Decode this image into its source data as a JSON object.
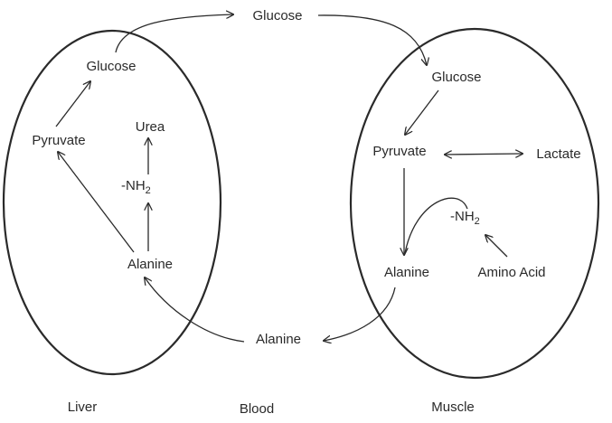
{
  "regions": {
    "liver": "Liver",
    "blood": "Blood",
    "muscle": "Muscle"
  },
  "liver": {
    "glucose": "Glucose",
    "pyruvate": "Pyruvate",
    "urea": "Urea",
    "nh2": "-NH",
    "nh2_sub": "2",
    "alanine": "Alanine"
  },
  "blood": {
    "glucose": "Glucose",
    "alanine": "Alanine"
  },
  "muscle": {
    "glucose": "Glucose",
    "pyruvate": "Pyruvate",
    "lactate": "Lactate",
    "nh2": "-NH",
    "nh2_sub": "2",
    "alanine": "Alanine",
    "amino_acid": "Amino Acid"
  }
}
